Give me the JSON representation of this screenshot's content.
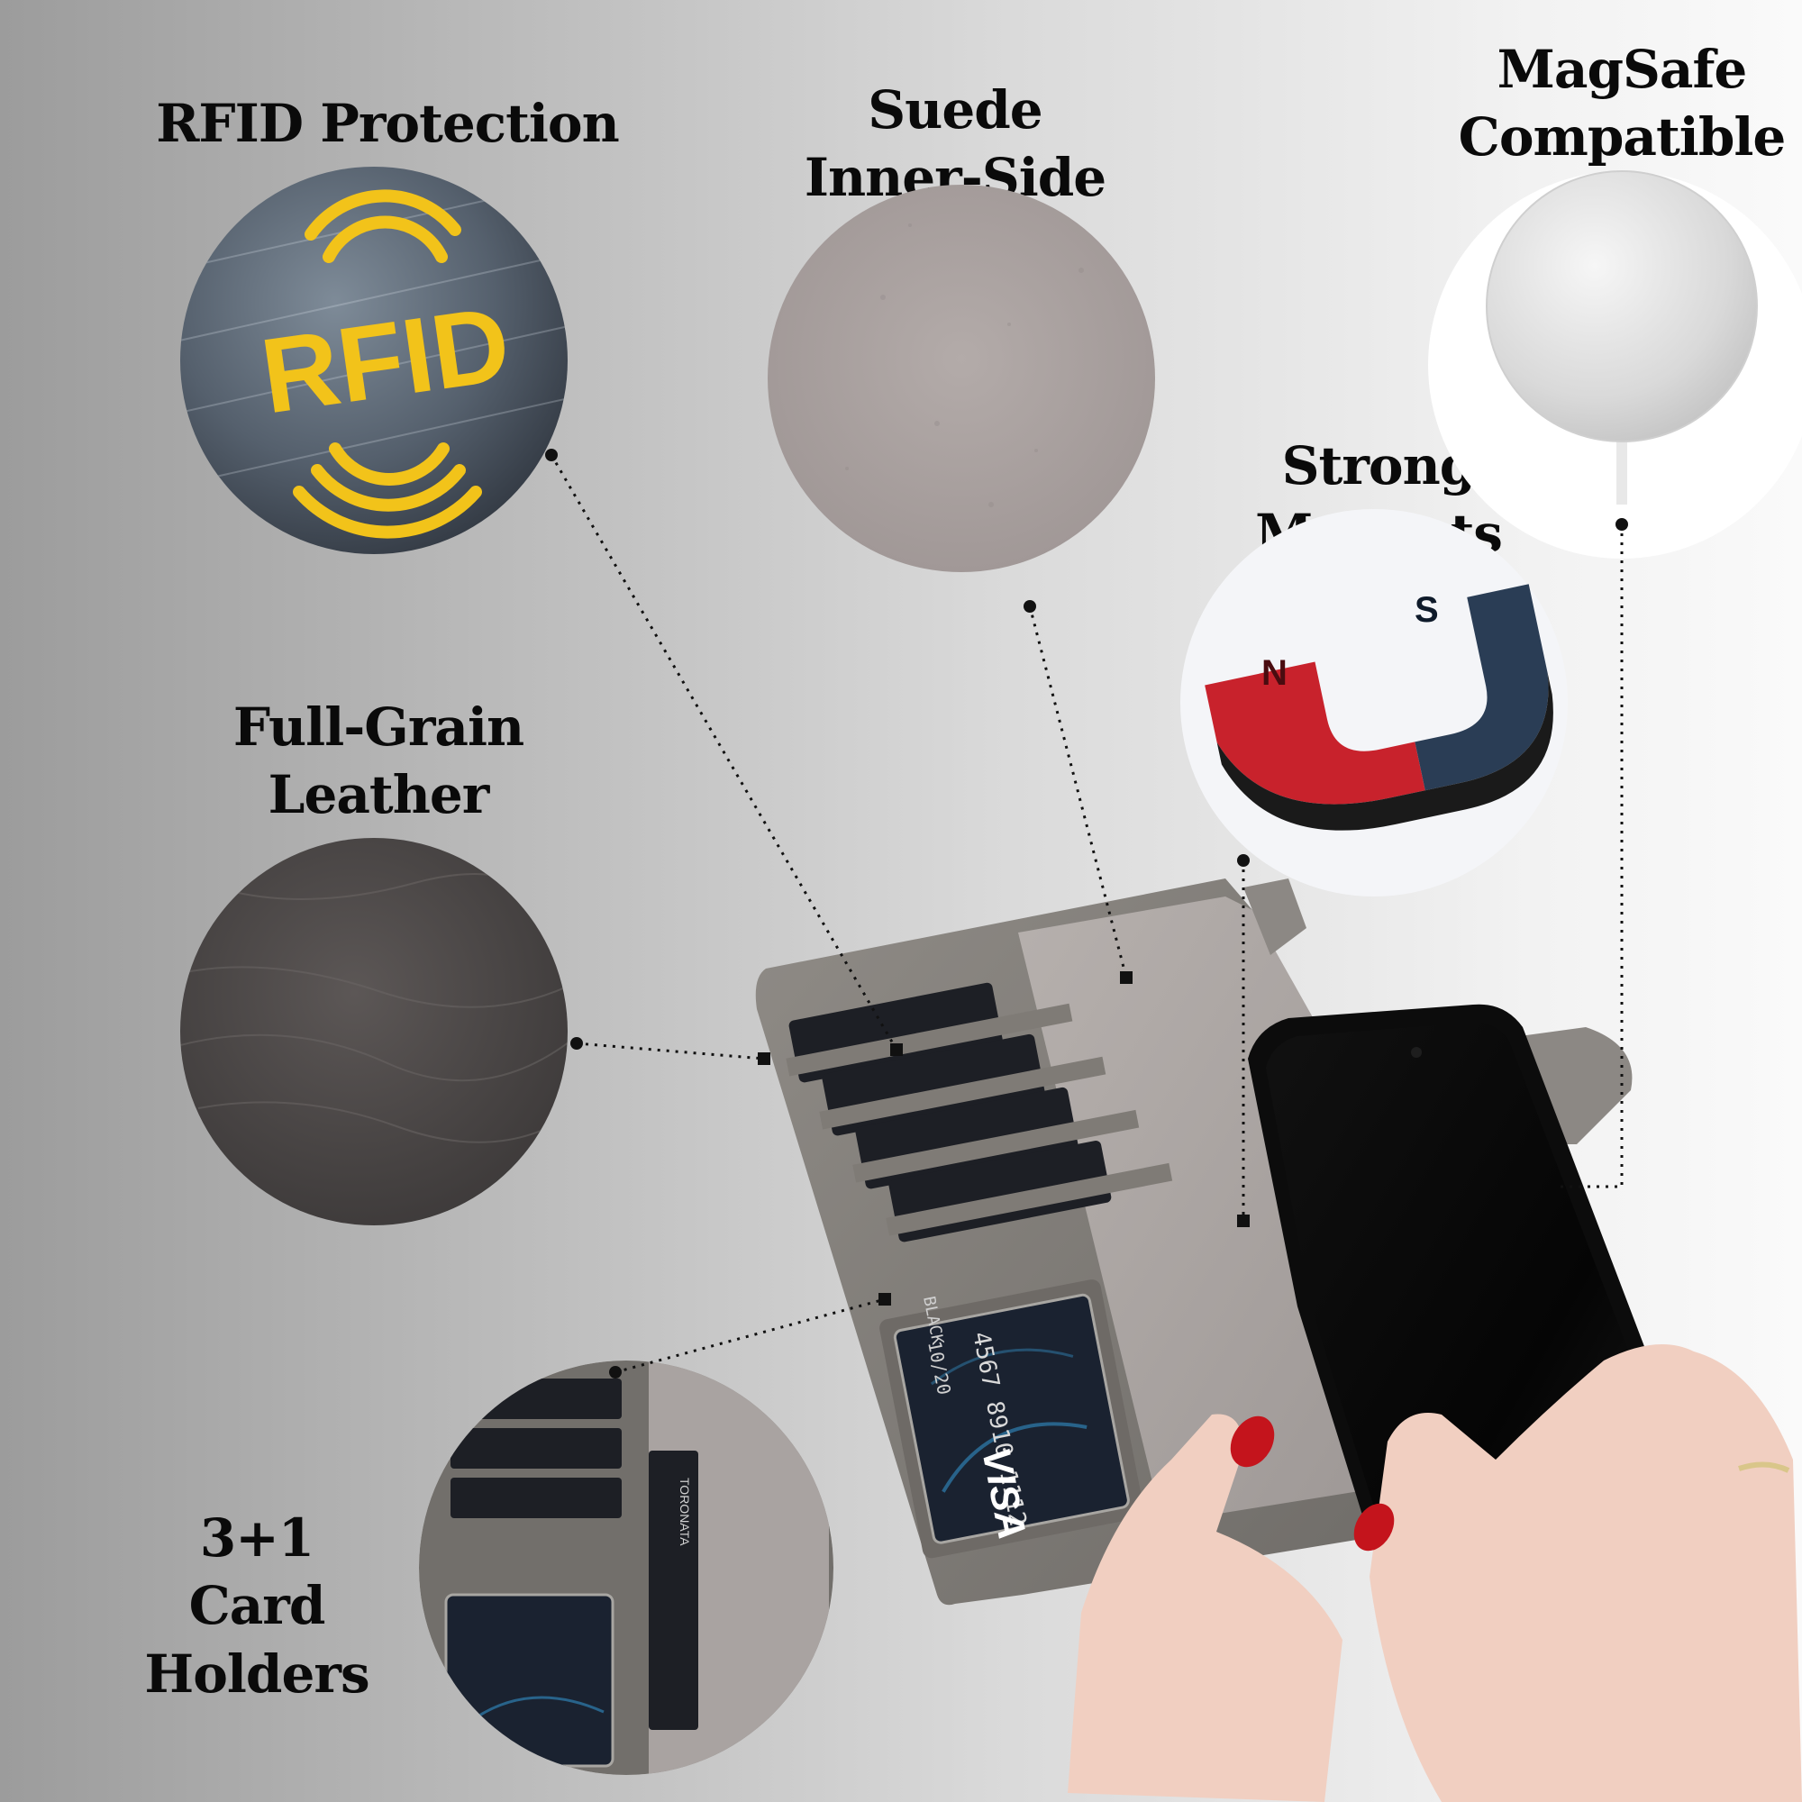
{
  "features": {
    "rfid": {
      "title": "RFID Protection",
      "badge_text": "RFID"
    },
    "suede": {
      "title_line1": "Suede",
      "title_line2": "Inner-Side"
    },
    "magsafe": {
      "title_line1": "MagSafe",
      "title_line2": "Compatible"
    },
    "magnets": {
      "title": "Strong Magnets",
      "north_label": "N",
      "south_label": "S"
    },
    "leather": {
      "title_line1": "Full-Grain",
      "title_line2": "Leather"
    },
    "cards": {
      "title_line1": "3+1",
      "title_line2": "Card Holders"
    }
  },
  "product": {
    "card_brand": "VISA",
    "card_number_partial": "4567 8910 1112",
    "card_expiry": "10/20",
    "card_holder": "BLACK",
    "card_logo_text": "TORONATA"
  },
  "colors": {
    "rfid_yellow": "#f2c31a",
    "rfid_disc": "#5a6878",
    "suede": "#aaa2a2",
    "leather": "#4a4645",
    "wallet": "#85817c",
    "phone": "#0a0a0a",
    "magnet_red": "#c8222c",
    "magnet_blue": "#2a3d55",
    "nail_red": "#c4141c"
  },
  "icons": [
    "rfid-wave-icon",
    "magnet-icon",
    "magsafe-charger-icon"
  ]
}
